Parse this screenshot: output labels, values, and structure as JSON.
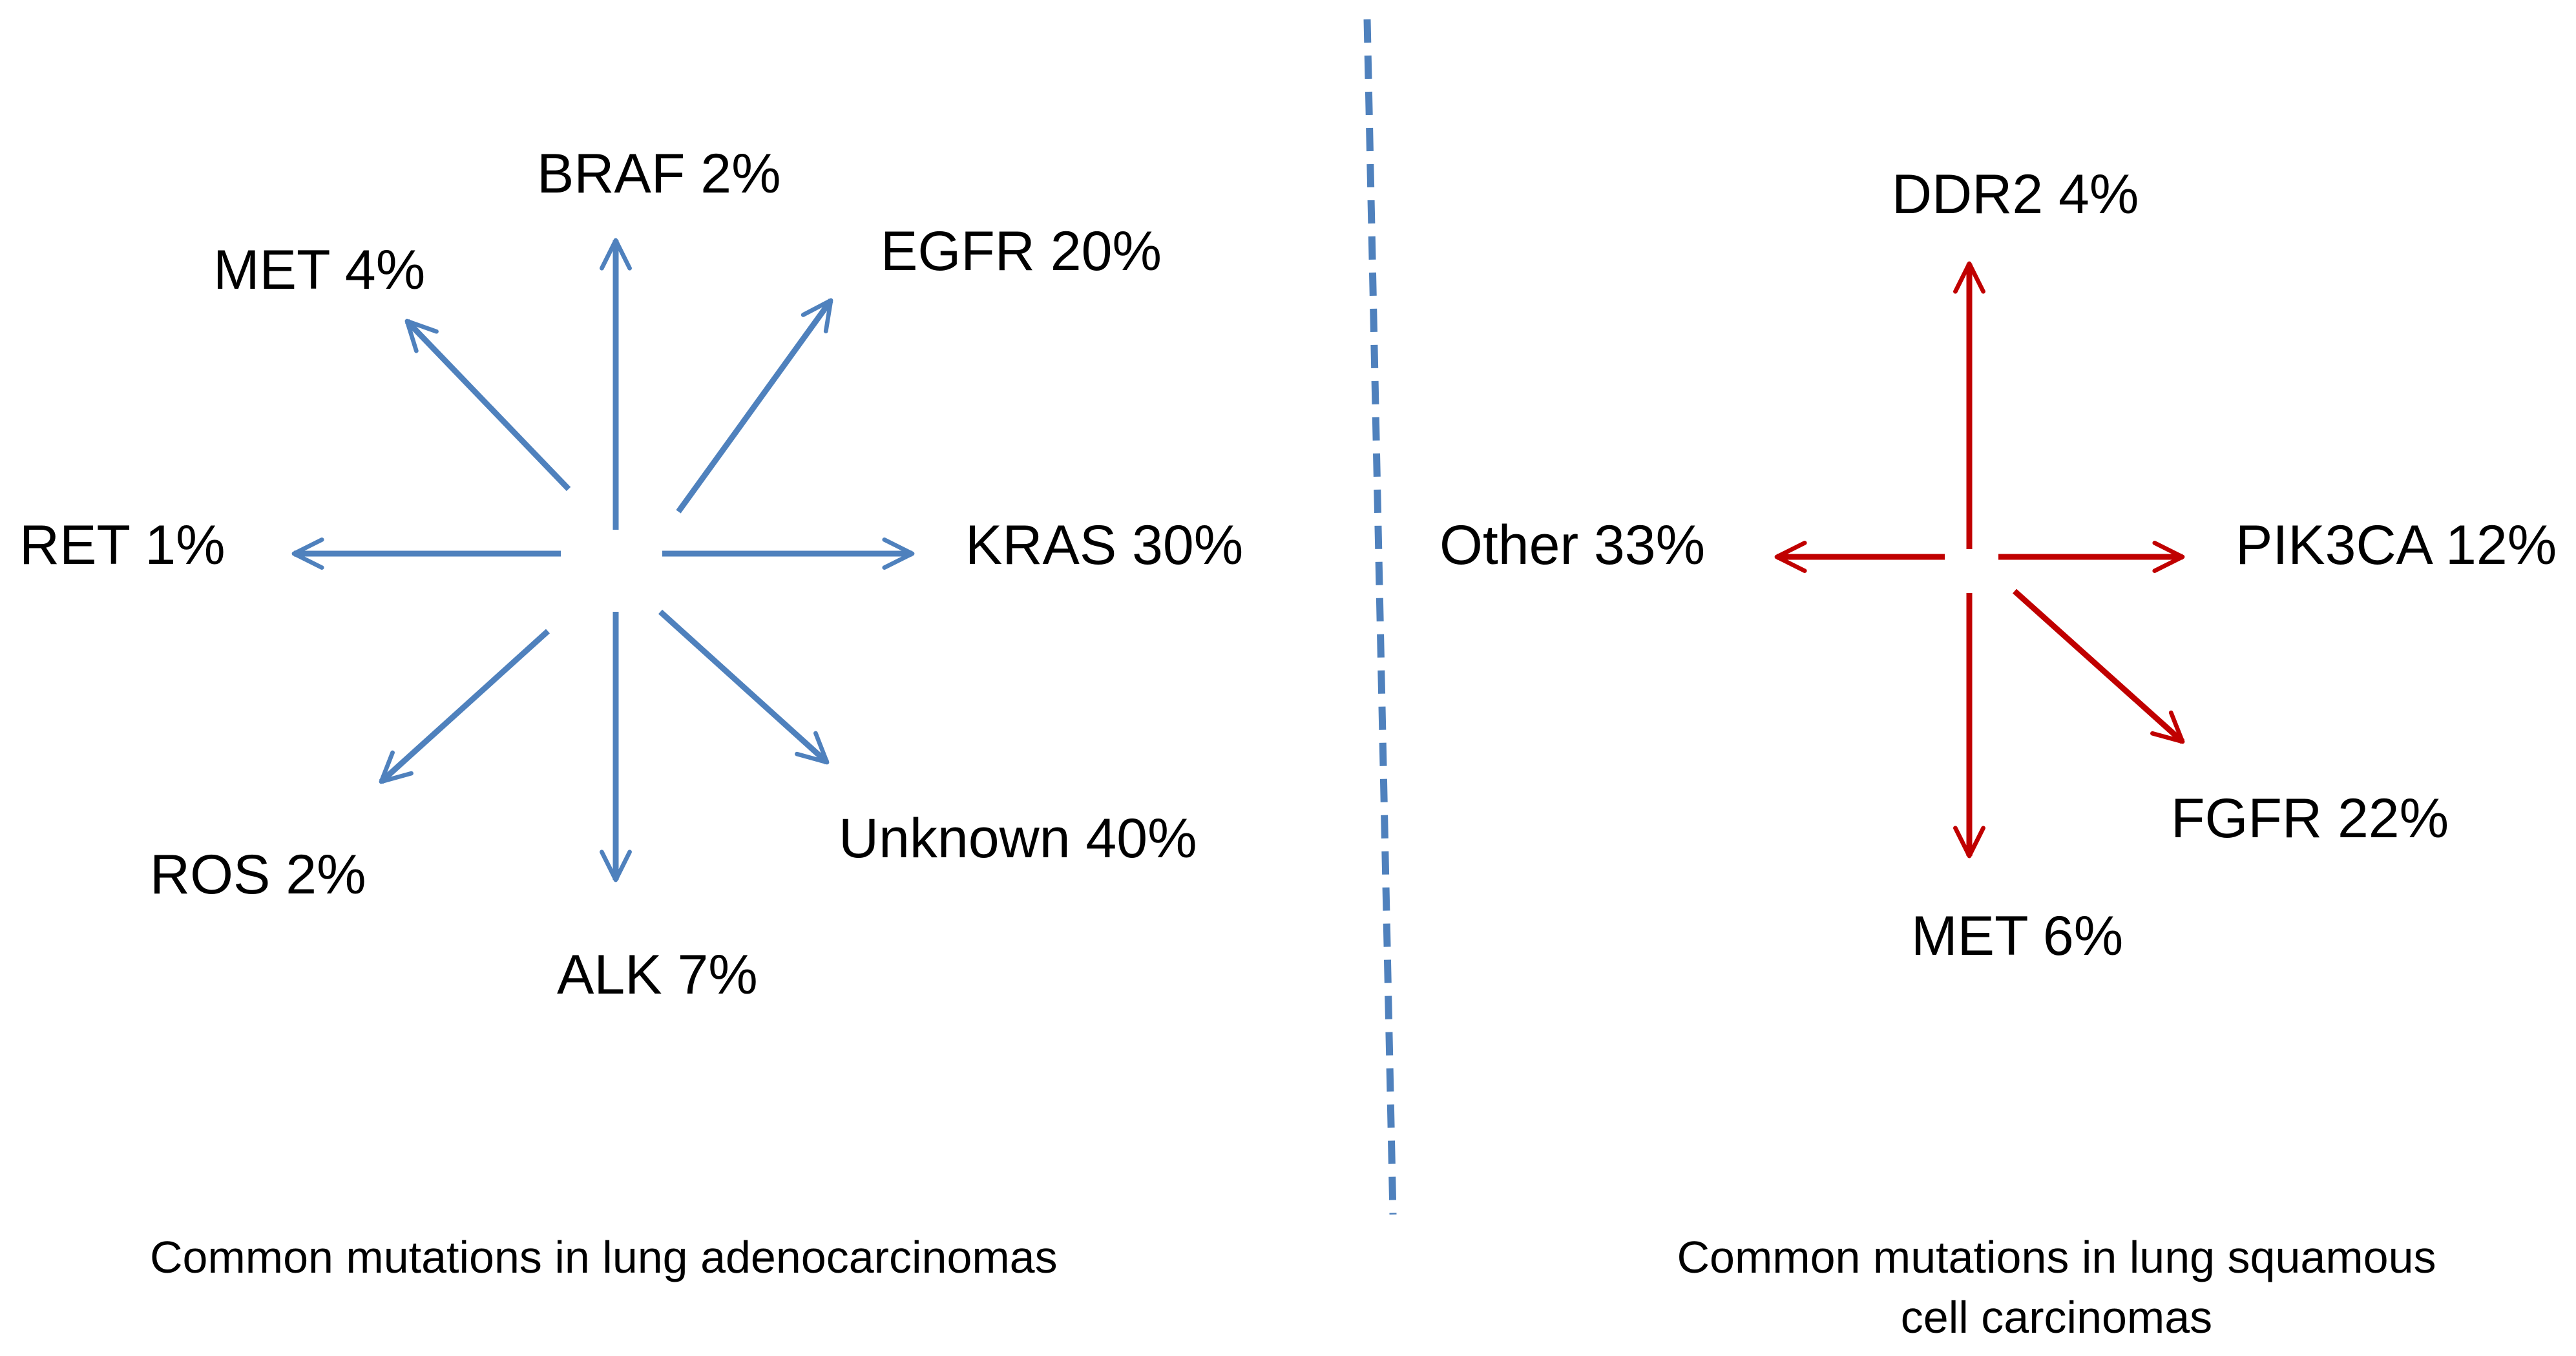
{
  "colors": {
    "adeno_arrow": "#4f81bd",
    "squamous_arrow": "#c00000",
    "divider": "#4f81bd",
    "text": "#000000"
  },
  "adenocarcinoma": {
    "caption": "Common mutations in lung adenocarcinomas",
    "mutations": [
      {
        "id": "braf",
        "label": "BRAF 2%"
      },
      {
        "id": "egfr",
        "label": "EGFR 20%"
      },
      {
        "id": "kras",
        "label": "KRAS 30%"
      },
      {
        "id": "unknown",
        "label": "Unknown 40%"
      },
      {
        "id": "alk",
        "label": "ALK 7%"
      },
      {
        "id": "ros",
        "label": "ROS 2%"
      },
      {
        "id": "ret",
        "label": "RET 1%"
      },
      {
        "id": "met",
        "label": "MET 4%"
      }
    ]
  },
  "squamous": {
    "caption_line1": "Common mutations in lung squamous",
    "caption_line2": "cell carcinomas",
    "mutations": [
      {
        "id": "ddr2",
        "label": "DDR2 4%"
      },
      {
        "id": "pik3ca",
        "label": "PIK3CA 12%"
      },
      {
        "id": "fgfr",
        "label": "FGFR 22%"
      },
      {
        "id": "met",
        "label": "MET 6%"
      },
      {
        "id": "other",
        "label": "Other 33%"
      }
    ]
  }
}
